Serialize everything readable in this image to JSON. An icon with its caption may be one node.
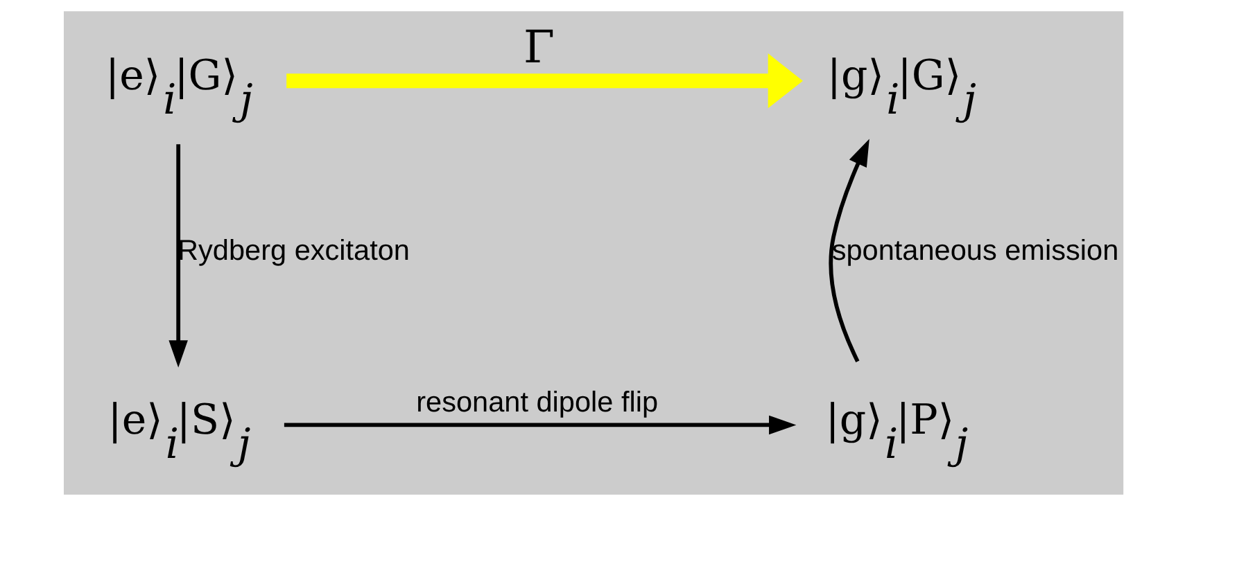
{
  "diagram": {
    "nodes": [
      {
        "text": [
          "|e⟩$_{i}$|G⟩$_{j}$"
        ]
      },
      {
        "text": [
          "|g⟩$_{i}$|G⟩$_{j}$"
        ]
      },
      {
        "text": [
          "|e⟩$_{i}$|S⟩$_{j}$"
        ]
      },
      {
        "text": [
          "|g⟩$_{i}$|P⟩$_{j}$"
        ]
      }
    ],
    "edges": [
      {
        "from": 0,
        "to": 1,
        "arrow": "to",
        "label": "Γ",
        "style": "thick",
        "color": "#ffff00"
      },
      {
        "from": 0,
        "to": 2,
        "arrow": "to",
        "label": "Rydberg excitaton"
      },
      {
        "from": 2,
        "to": 3,
        "arrow": "to",
        "label": "resonant dipole flip"
      },
      {
        "from": 3,
        "to": 1,
        "arrow": "to",
        "label": "spontaneous emission"
      }
    ]
  }
}
